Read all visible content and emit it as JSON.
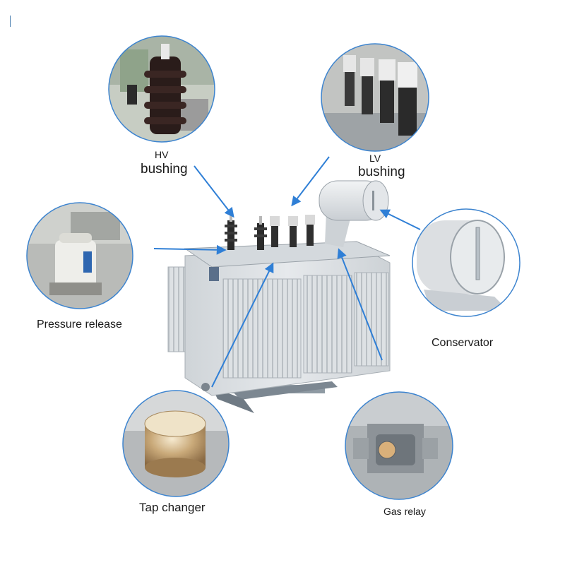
{
  "components": {
    "hv_bushing": {
      "line1": "HV",
      "line2": "bushing"
    },
    "lv_bushing": {
      "line1": "LV",
      "line2": "bushing"
    },
    "pressure_release": {
      "label": "Pressure release"
    },
    "conservator": {
      "label": "Conservator"
    },
    "tap_changer": {
      "label": "Tap changer"
    },
    "gas_relay": {
      "label": "Gas relay"
    }
  },
  "colors": {
    "arrow": "#2f7fd6",
    "circle_border": "#3d84cf",
    "tank_body": "#dfe3e6",
    "radiator": "#c9ced2"
  }
}
